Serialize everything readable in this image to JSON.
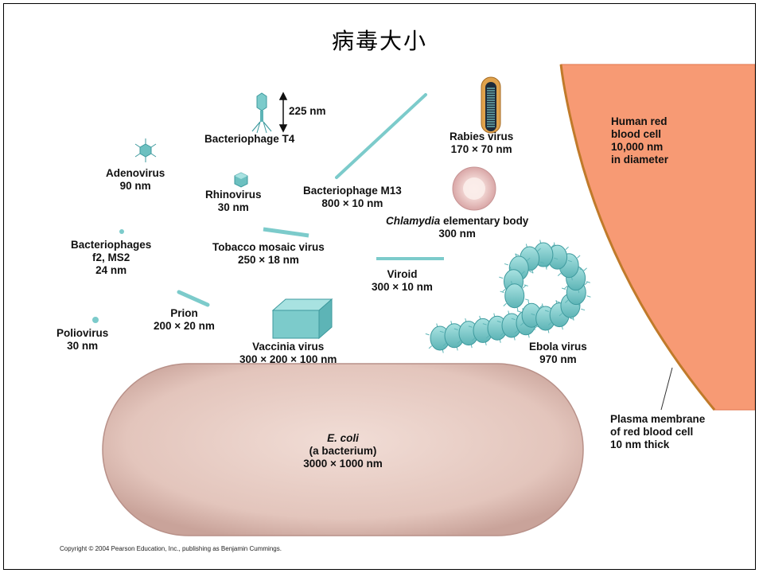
{
  "title": "病毒大小",
  "colors": {
    "rbc": "#F79A74",
    "ecoli": "#E8CFC8",
    "virus_teal": "#7CCBCB",
    "virus_dark": "#3E9A9E",
    "rabies_outer": "#E0A24C",
    "chlamydia": "#EBC3C3"
  },
  "labels": {
    "bacteriophage_t4": {
      "name": "Bacteriophage T4",
      "size": "225 nm"
    },
    "adenovirus": {
      "name": "Adenovirus",
      "size": "90 nm"
    },
    "rhinovirus": {
      "name": "Rhinovirus",
      "size": "30 nm"
    },
    "bacteriophage_m13": {
      "name": "Bacteriophage M13",
      "size": "800 × 10 nm"
    },
    "rabies": {
      "name": "Rabies virus",
      "size": "170 × 70 nm"
    },
    "chlamydia": {
      "name_italic": "Chlamydia",
      "name_rest": " elementary body",
      "size": "300 nm"
    },
    "bacteriophages_f2": {
      "name": "Bacteriophages",
      "name2": "f2, MS2",
      "size": "24 nm"
    },
    "tobacco": {
      "name": "Tobacco mosaic virus",
      "size": "250 × 18 nm"
    },
    "viroid": {
      "name": "Viroid",
      "size": "300 × 10 nm"
    },
    "prion": {
      "name": "Prion",
      "size": "200 × 20 nm"
    },
    "poliovirus": {
      "name": "Poliovirus",
      "size": "30 nm"
    },
    "vaccinia": {
      "name": "Vaccinia virus",
      "size": "300 × 200 × 100 nm"
    },
    "ebola": {
      "name": "Ebola virus",
      "size": "970 nm"
    },
    "rbc": {
      "line1": "Human red",
      "line2": "blood cell",
      "line3": "10,000 nm",
      "line4": "in diameter"
    },
    "membrane": {
      "line1": "Plasma membrane",
      "line2": "of red blood cell",
      "line3": "10 nm thick"
    },
    "ecoli": {
      "name_italic": "E. coli",
      "line2": "(a bacterium)",
      "size": "3000 × 1000 nm"
    }
  },
  "copyright": "Copyright © 2004 Pearson Education, Inc., publishing as Benjamin Cummings."
}
